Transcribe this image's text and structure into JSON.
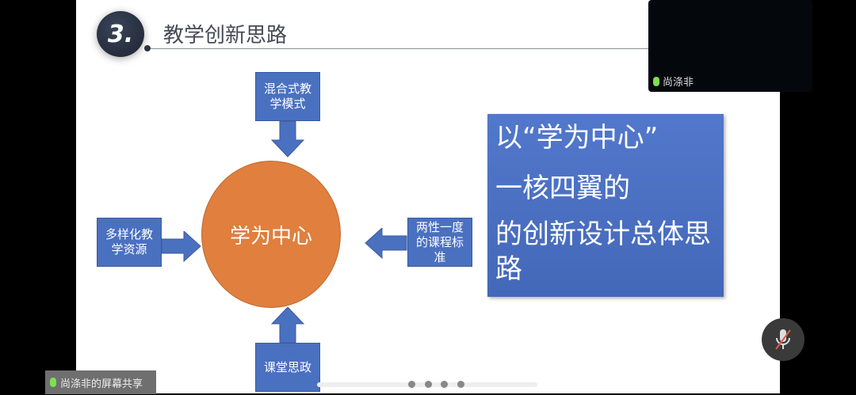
{
  "slide": {
    "number": "3.",
    "title": "教学创新思路",
    "center": "学为中心",
    "top_box": "混合式教学模式",
    "left_box": "多样化教学资源",
    "right_box": "两性一度的课程标准",
    "bottom_box": "课堂思政",
    "summary_lines": [
      "以“学为中心”",
      "一核四翼的",
      "的创新设计总体思路"
    ]
  },
  "video": {
    "participant": "尚涤非"
  },
  "share_label": "尚涤非的屏幕共享",
  "colors": {
    "box": "#4a70c0",
    "circle": "#e07f3e",
    "mic_active": "#7ee050"
  }
}
